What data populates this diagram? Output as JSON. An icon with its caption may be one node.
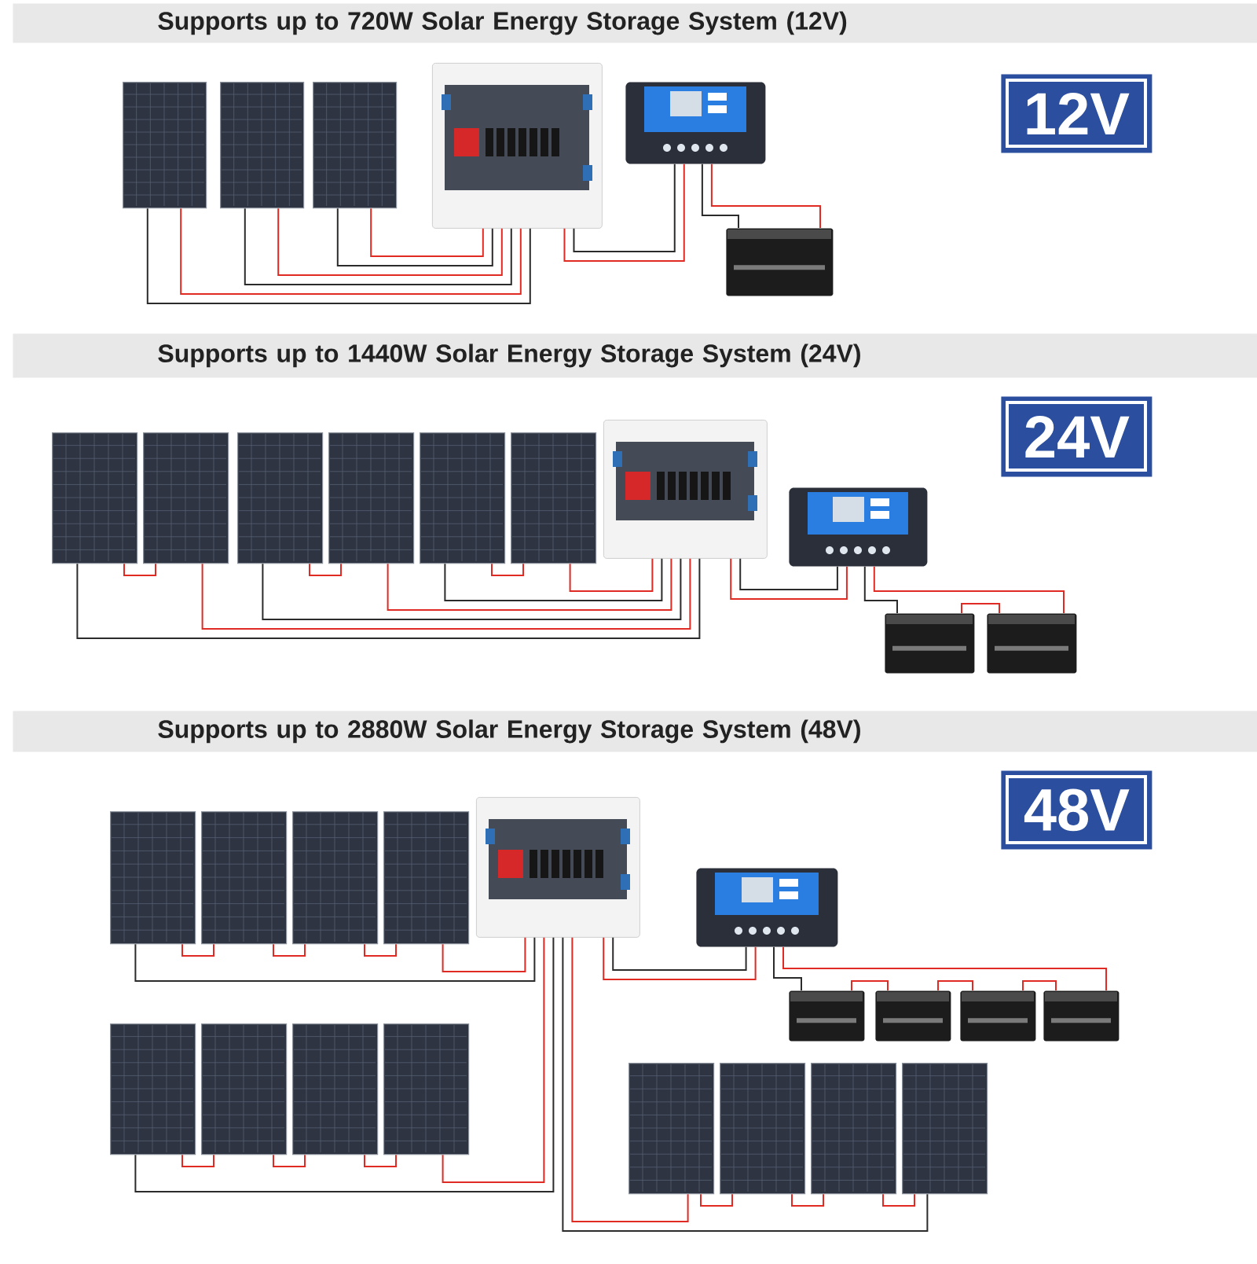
{
  "diagram": {
    "nodes": [
      {
        "text": [
          "Supports up to 720W Solar Energy Storage System (12V)"
        ]
      },
      {
        "text": [],
        "shape": "box"
      },
      {
        "text": [],
        "shape": "box"
      },
      {
        "text": [],
        "shape": "box"
      },
      {
        "text": [],
        "shape": "picture"
      },
      {
        "text": [],
        "shape": "picture"
      },
      {
        "text": [
          "12V"
        ]
      },
      {
        "text": [],
        "shape": "picture"
      },
      {
        "text": [
          "Supports up to 1440W Solar Energy Storage System (24V)"
        ]
      },
      {
        "text": [],
        "shape": "box"
      },
      {
        "text": [],
        "shape": "box"
      },
      {
        "text": [],
        "shape": "box"
      },
      {
        "text": [],
        "shape": "box"
      },
      {
        "text": [],
        "shape": "box"
      },
      {
        "text": [],
        "shape": "box"
      },
      {
        "text": [],
        "shape": "picture"
      },
      {
        "text": [],
        "shape": "picture"
      },
      {
        "text": [
          "24V"
        ]
      },
      {
        "text": [],
        "shape": "picture"
      },
      {
        "text": [],
        "shape": "picture"
      },
      {
        "text": [
          "Supports up to 2880W Solar Energy Storage System (48V)"
        ]
      },
      {
        "text": [],
        "shape": "box"
      },
      {
        "text": [],
        "shape": "box"
      },
      {
        "text": [],
        "shape": "box"
      },
      {
        "text": [],
        "shape": "box"
      },
      {
        "text": [],
        "shape": "picture"
      },
      {
        "text": [],
        "shape": "picture"
      },
      {
        "text": [
          "48V"
        ]
      },
      {
        "text": [],
        "shape": "picture"
      },
      {
        "text": [],
        "shape": "picture"
      },
      {
        "text": [],
        "shape": "picture"
      },
      {
        "text": [],
        "shape": "picture"
      },
      {
        "text": [],
        "shape": "box"
      },
      {
        "text": [],
        "shape": "box"
      },
      {
        "text": [],
        "shape": "box"
      },
      {
        "text": [],
        "shape": "box"
      },
      {
        "text": [],
        "shape": "box"
      },
      {
        "text": [],
        "shape": "box"
      },
      {
        "text": [],
        "shape": "box"
      },
      {
        "text": [],
        "shape": "box"
      }
    ],
    "edges": [
      {
        "from": 1,
        "to": 4,
        "arrow": "none",
        "color": "#2b2b2b"
      },
      {
        "from": 1,
        "to": 4,
        "arrow": "none"
      },
      {
        "from": 2,
        "to": 4,
        "arrow": "none",
        "color": "#2b2b2b"
      },
      {
        "from": 2,
        "to": 4,
        "arrow": "none"
      },
      {
        "from": 3,
        "to": 4,
        "arrow": "none",
        "color": "#2b2b2b"
      },
      {
        "from": 3,
        "to": 4,
        "arrow": "none"
      },
      {
        "from": 4,
        "to": 5,
        "arrow": "none"
      },
      {
        "from": 4,
        "to": 5,
        "arrow": "none",
        "color": "#2b2b2b"
      },
      {
        "from": 5,
        "to": 7,
        "arrow": "none",
        "color": "#2b2b2b"
      },
      {
        "from": 5,
        "to": 7,
        "arrow": "none"
      },
      {
        "from": 9,
        "to": 10,
        "arrow": "none"
      },
      {
        "from": 11,
        "to": 12,
        "arrow": "none"
      },
      {
        "from": 13,
        "to": 14,
        "arrow": "none"
      },
      {
        "from": 9,
        "to": 15,
        "arrow": "none",
        "color": "#2b2b2b"
      },
      {
        "from": 10,
        "to": 15,
        "arrow": "none"
      },
      {
        "from": 11,
        "to": 15,
        "arrow": "none",
        "color": "#2b2b2b"
      },
      {
        "from": 12,
        "to": 15,
        "arrow": "none"
      },
      {
        "from": 13,
        "to": 15,
        "arrow": "none",
        "color": "#2b2b2b"
      },
      {
        "from": 14,
        "to": 15,
        "arrow": "none"
      },
      {
        "from": 15,
        "to": 16,
        "arrow": "none"
      },
      {
        "from": 15,
        "to": 16,
        "arrow": "none",
        "color": "#2b2b2b"
      },
      {
        "from": 16,
        "to": 18,
        "arrow": "none",
        "color": "#2b2b2b"
      },
      {
        "from": 16,
        "to": 19,
        "arrow": "none"
      },
      {
        "from": 18,
        "to": 19,
        "arrow": "none"
      },
      {
        "from": 21,
        "to": 22,
        "arrow": "none"
      },
      {
        "from": 22,
        "to": 23,
        "arrow": "none"
      },
      {
        "from": 23,
        "to": 24,
        "arrow": "none"
      },
      {
        "from": 32,
        "to": 33,
        "arrow": "none"
      },
      {
        "from": 33,
        "to": 34,
        "arrow": "none"
      },
      {
        "from": 34,
        "to": 35,
        "arrow": "none"
      },
      {
        "from": 36,
        "to": 37,
        "arrow": "none"
      },
      {
        "from": 37,
        "to": 38,
        "arrow": "none"
      },
      {
        "from": 38,
        "to": 39,
        "arrow": "none"
      },
      {
        "from": 21,
        "to": 25,
        "arrow": "none",
        "color": "#2b2b2b"
      },
      {
        "from": 24,
        "to": 25,
        "arrow": "none"
      },
      {
        "from": 32,
        "to": 25,
        "arrow": "none",
        "color": "#2b2b2b"
      },
      {
        "from": 35,
        "to": 25,
        "arrow": "none"
      },
      {
        "from": 36,
        "to": 25,
        "arrow": "none"
      },
      {
        "from": 39,
        "to": 25,
        "arrow": "none",
        "color": "#2b2b2b"
      },
      {
        "from": 25,
        "to": 26,
        "arrow": "none"
      },
      {
        "from": 25,
        "to": 26,
        "arrow": "none",
        "color": "#2b2b2b"
      },
      {
        "from": 26,
        "to": 28,
        "arrow": "none",
        "color": "#2b2b2b"
      },
      {
        "from": 26,
        "to": 31,
        "arrow": "none"
      },
      {
        "from": 28,
        "to": 29,
        "arrow": "none"
      },
      {
        "from": 29,
        "to": 30,
        "arrow": "none"
      },
      {
        "from": 30,
        "to": 31,
        "arrow": "none"
      }
    ]
  }
}
